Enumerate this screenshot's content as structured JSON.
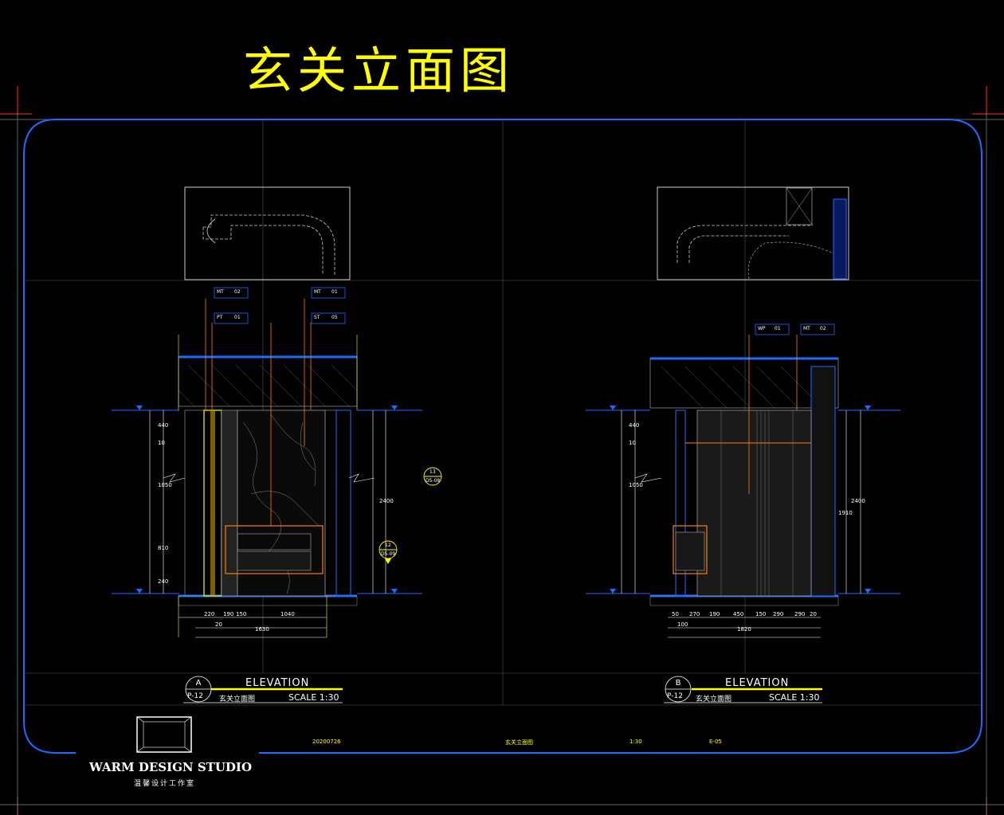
{
  "drawing_title": "玄关立面图",
  "elevations": [
    {
      "mark": "A",
      "sheet": "P-12",
      "label": "ELEVATION",
      "name": "玄关立面图",
      "scale": "SCALE 1:30"
    },
    {
      "mark": "B",
      "sheet": "P-12",
      "label": "ELEVATION",
      "name": "玄关立面图",
      "scale": "SCALE 1:30"
    }
  ],
  "elevation_a": {
    "tags": [
      "MT",
      "02",
      "PT",
      "01",
      "MT",
      "01",
      "ST",
      "05"
    ],
    "dims_bottom": [
      "220",
      "190",
      "150",
      "1040",
      "20",
      "1630"
    ],
    "dims_side": [
      "440",
      "10",
      "1050",
      "810",
      "240",
      "2400"
    ],
    "section_marks": [
      "13",
      "D5-08",
      "12",
      "D5-09"
    ]
  },
  "elevation_b": {
    "tags": [
      "WP",
      "01",
      "MT",
      "02"
    ],
    "dims_bottom": [
      "50",
      "270",
      "190",
      "450",
      "150",
      "290",
      "290",
      "20",
      "100",
      "1820"
    ],
    "dims_side": [
      "440",
      "10",
      "1050",
      "1910",
      "2400"
    ]
  },
  "studio": {
    "name": "WARM DESIGN STUDIO",
    "name_cn": "温馨设计工作室"
  },
  "title_block": {
    "date": "20200726",
    "scale": "1:30",
    "sheet_no": "E-05",
    "drawing_name": "玄关立面图"
  },
  "colors": {
    "background": "#000000",
    "frame": "#1e6bff",
    "title": "#ffff00",
    "lines": "#ffffff",
    "accent": "#ff8000"
  }
}
